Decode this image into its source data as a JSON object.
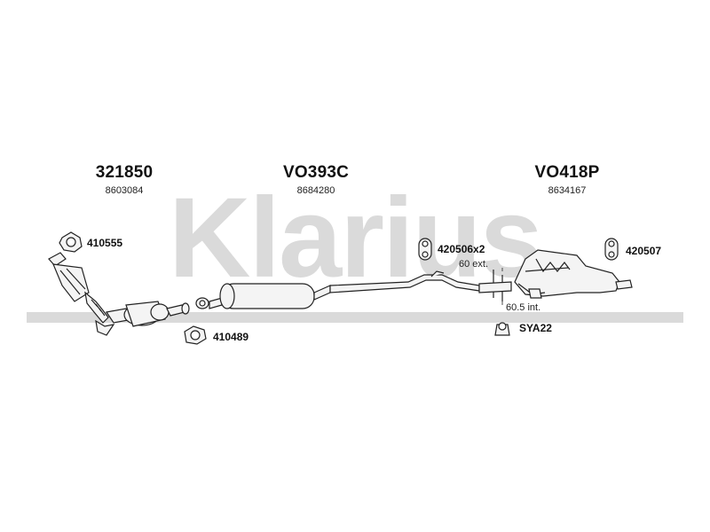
{
  "watermark": {
    "text": "Klarius",
    "color": "#d9d9d9"
  },
  "headers": [
    {
      "code": "321850",
      "ref": "8603084"
    },
    {
      "code": "VO393C",
      "ref": "8684280"
    },
    {
      "code": "VO418P",
      "ref": "8634167"
    }
  ],
  "parts": {
    "gasket_a": "410555",
    "gasket_b": "410489",
    "mount_a": "420506x2",
    "mount_b": "420507",
    "clamp": "SYA22"
  },
  "notes": {
    "ext": "60 ext.",
    "int": "60.5 int."
  },
  "colors": {
    "line": "#222222",
    "part_fill": "#f4f4f4"
  }
}
